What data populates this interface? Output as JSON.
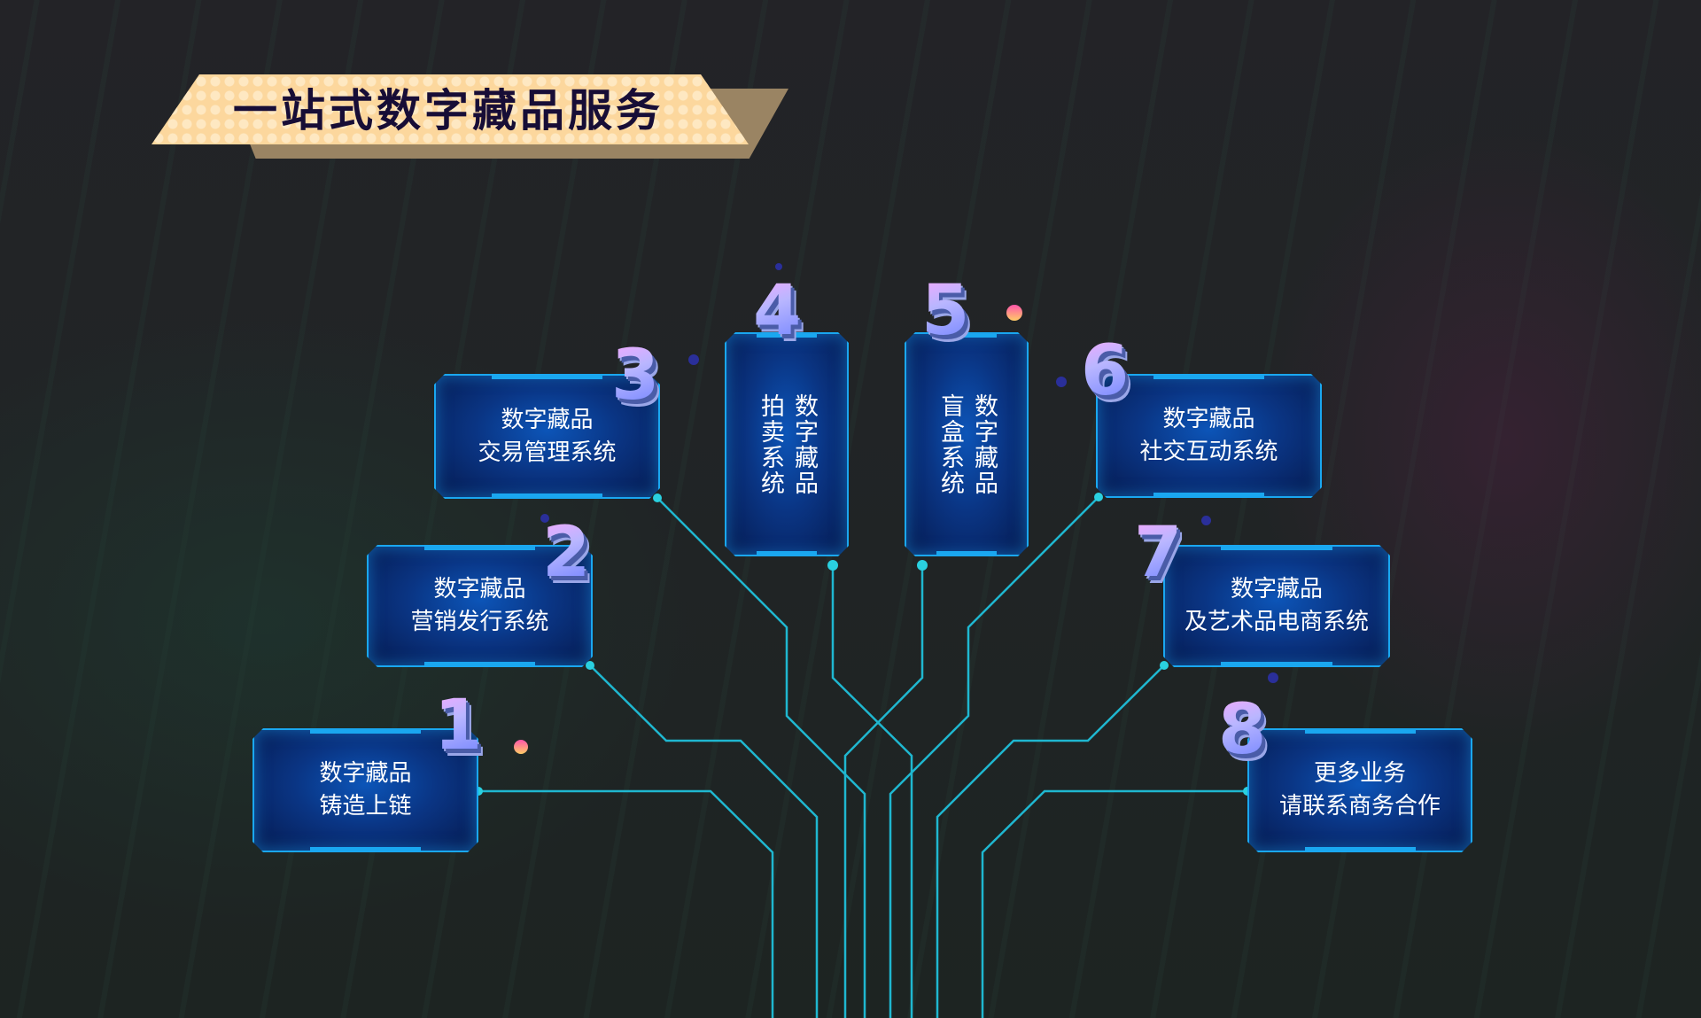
{
  "header": {
    "title": "一站式数字藏品服务"
  },
  "colors": {
    "banner": "#fcd79d",
    "line": "#1fb7d0",
    "card_border": "#1aa7f0",
    "card_fill": "#0a3584",
    "background": "#242428"
  },
  "cards": [
    {
      "number": "1",
      "line1": "数字藏品",
      "line2": "铸造上链"
    },
    {
      "number": "2",
      "line1": "数字藏品",
      "line2": "营销发行系统"
    },
    {
      "number": "3",
      "line1": "数字藏品",
      "line2": "交易管理系统"
    },
    {
      "number": "4",
      "line1": "数字藏品",
      "line2": "拍卖系统"
    },
    {
      "number": "5",
      "line1": "数字藏品",
      "line2": "盲盒系统"
    },
    {
      "number": "6",
      "line1": "数字藏品",
      "line2": "社交互动系统"
    },
    {
      "number": "7",
      "line1": "数字藏品",
      "line2": "及艺术品电商系统"
    },
    {
      "number": "8",
      "line1": "更多业务",
      "line2": "请联系商务合作"
    }
  ]
}
